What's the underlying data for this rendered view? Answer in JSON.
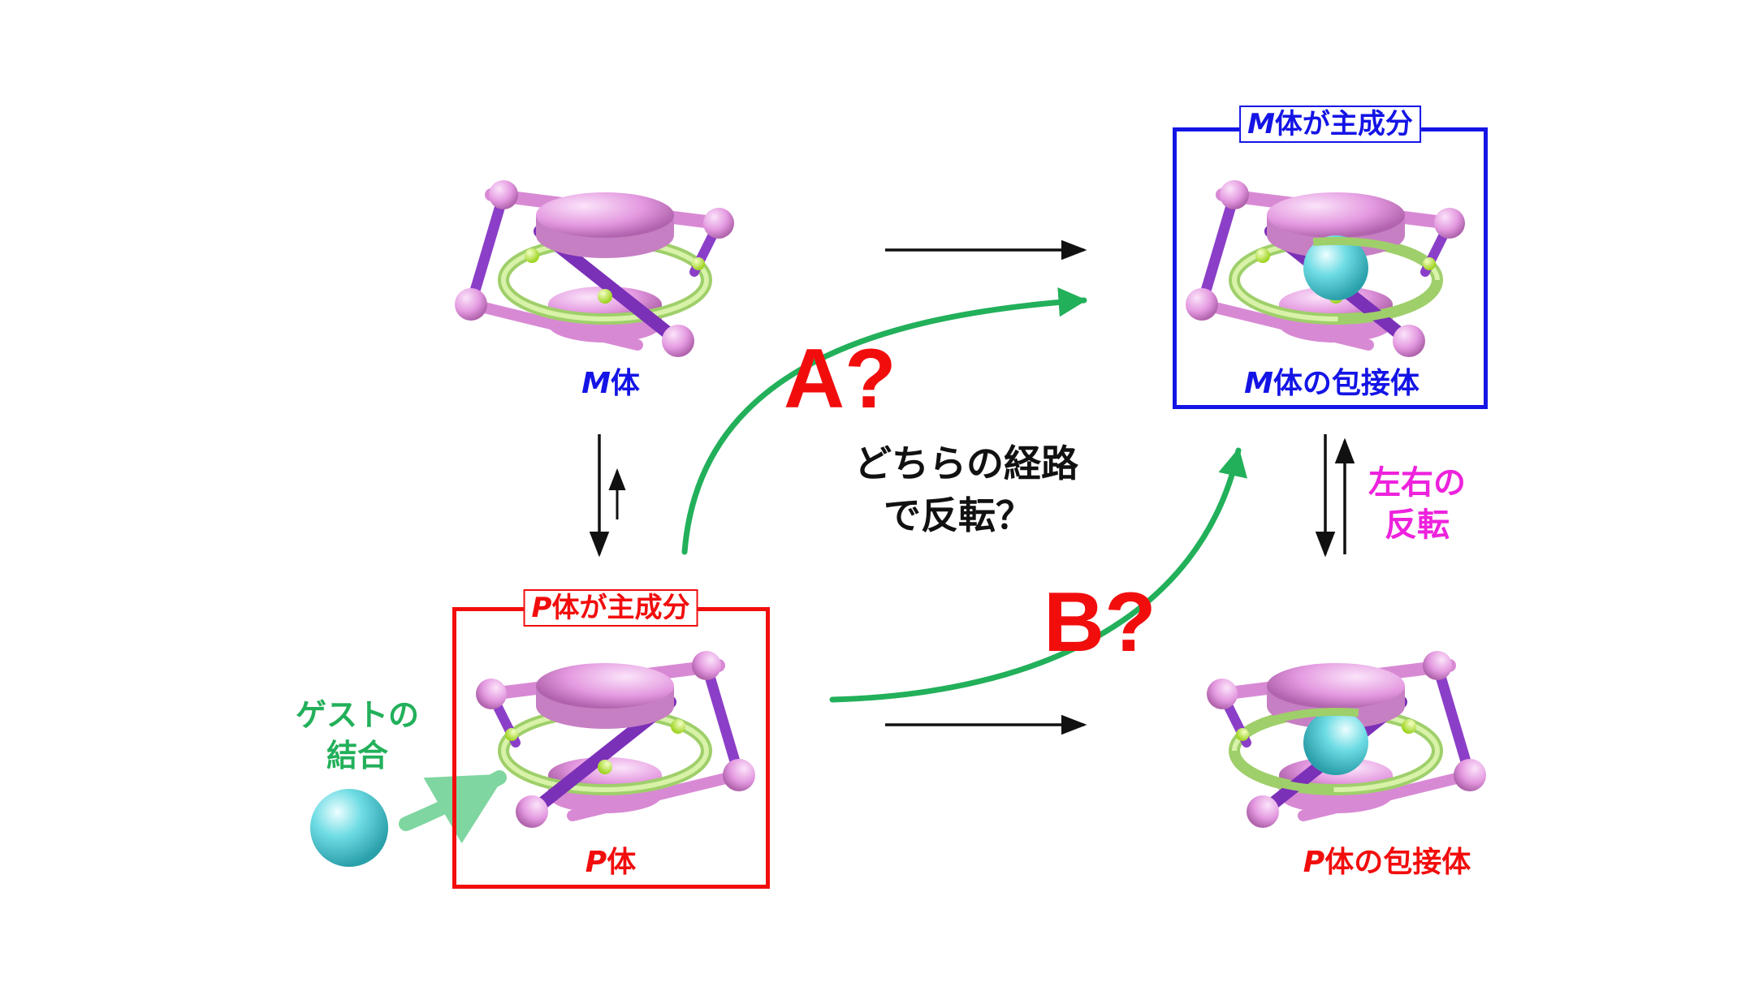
{
  "colors": {
    "red": "#f20d0d",
    "blue": "#1414e6",
    "green": "#22b05a",
    "magenta": "#ee22dd",
    "black": "#111111",
    "molecule_pink": "#e49ae0",
    "molecule_purple": "#8b3fc8",
    "ring_green": "#b8e08a",
    "guest_cyan": "#5fd6df"
  },
  "labels": {
    "m_form": {
      "letter": "M",
      "text": "体"
    },
    "m_complex": {
      "letter": "M",
      "text": "体の包接体"
    },
    "m_major_tag": {
      "letter": "M",
      "text": "体が主成分"
    },
    "p_form": {
      "letter": "P",
      "text": "体"
    },
    "p_complex": {
      "letter": "P",
      "text": "体の包接体"
    },
    "p_major_tag": {
      "letter": "P",
      "text": "体が主成分"
    },
    "route_a": "A?",
    "route_b": "B?",
    "question_line1": "どちらの経路",
    "question_line2": "で反転？",
    "inversion_line1": "左右の",
    "inversion_line2": "反転",
    "guest_line1": "ゲストの",
    "guest_line2": "結合"
  },
  "icons": {
    "molecule": "cage-molecule-icon",
    "guest": "guest-sphere-icon"
  }
}
